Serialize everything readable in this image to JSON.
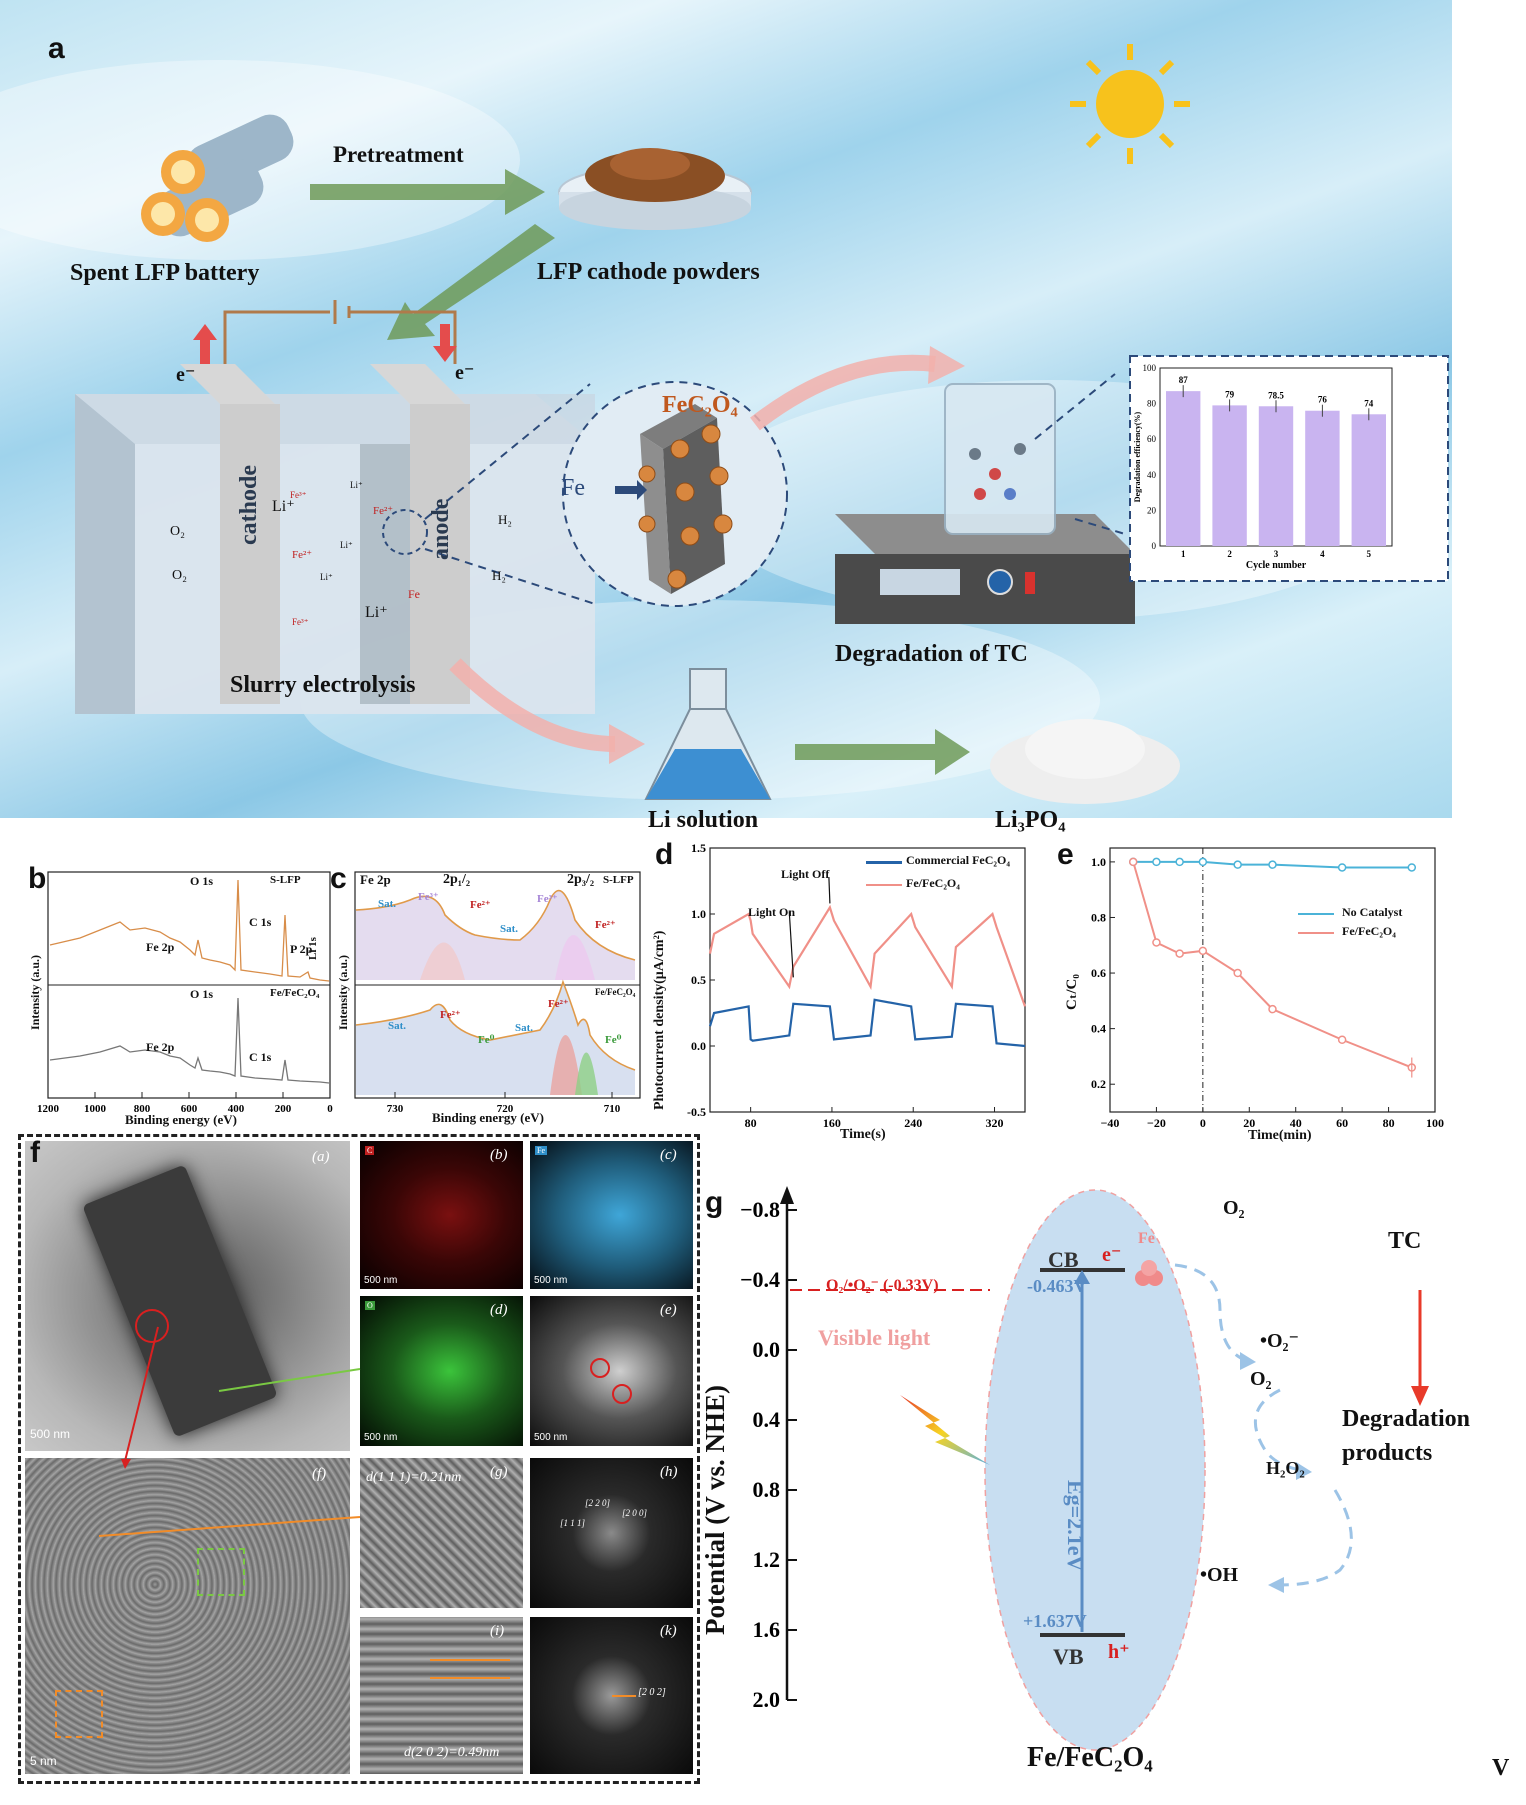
{
  "panel_labels": {
    "a": "a",
    "b": "b",
    "c": "c",
    "d": "d",
    "e": "e",
    "f": "f",
    "g": "g"
  },
  "panel_a": {
    "pretreatment": "Pretreatment",
    "spent_battery": "Spent LFP battery",
    "cathode_powders": "LFP cathode powders",
    "electron_left": "e⁻",
    "electron_right": "e⁻",
    "cathode": "cathode",
    "anode": "anode",
    "slurry": "Slurry electrolysis",
    "fec2o4": "FeC₂O₄",
    "fe_arrow": "Fe",
    "degradation": "Degradation of TC",
    "li_solution": "Li solution",
    "li3po4": "Li₃PO₄",
    "ions": {
      "o2a": "O₂",
      "o2b": "O₂",
      "li1": "Li⁺",
      "li2": "Li⁺",
      "fe2a": "Fe²⁺",
      "fe2b": "Fe²⁺",
      "fe3": "Fe³⁺",
      "fe": "Fe",
      "h2a": "H₂",
      "h2b": "H₂",
      "li3": "Li⁺",
      "li4": "Li⁺",
      "li5": "Li⁺",
      "fe3b": "Fe³⁺"
    },
    "inset": {
      "ylabel": "Degradation efficiency(%)",
      "xlabel": "Cycle number",
      "yticks": [
        "0",
        "20",
        "40",
        "60",
        "80",
        "100"
      ]
    }
  },
  "panel_b": {
    "top_label": "S-LFP",
    "bottom_label": "Fe/FeC₂O₄",
    "ylabel": "Intensity (a.u.)",
    "xlabel": "Binding energy (eV)",
    "xticks": [
      "1200",
      "1000",
      "800",
      "600",
      "400",
      "200",
      "0"
    ],
    "peaks_top": [
      "O 1s",
      "Fe 2p",
      "C 1s",
      "P 2p",
      "Li 1s"
    ],
    "peaks_bottom": [
      "O 1s",
      "Fe 2p",
      "C 1s"
    ]
  },
  "panel_c": {
    "title": "Fe 2p",
    "p12": "2p₁/₂",
    "p32": "2p₃/₂",
    "top_label": "S-LFP",
    "bottom_label": "Fe/FeC₂O₄",
    "ylabel": "Intensity (a.u.)",
    "xlabel": "Binding energy (eV)",
    "xticks": [
      "730",
      "720",
      "710"
    ],
    "top_peaks": [
      "Sat.",
      "Fe³⁺",
      "Fe²⁺",
      "Sat.",
      "Fe³⁺",
      "Fe²⁺"
    ],
    "bottom_peaks": [
      "Sat.",
      "Fe²⁺",
      "Fe⁰",
      "Sat.",
      "Fe²⁺",
      "Fe⁰"
    ]
  },
  "panel_d": {
    "ylabel": "Photocurrent density(μA/cm²)",
    "xlabel": "Time(s)",
    "light_off": "Light Off",
    "light_on": "Light On",
    "legend": [
      "Commercial FeC₂O₄",
      "Fe/FeC₂O₄"
    ],
    "xticks": [
      "80",
      "160",
      "240",
      "320"
    ],
    "yticks": [
      "-0.5",
      "0.0",
      "0.5",
      "1.0",
      "1.5"
    ]
  },
  "panel_e": {
    "ylabel": "Cₜ/C₀",
    "xlabel": "Time(min)",
    "legend": [
      "No Catalyst",
      "Fe/FeC₂O₄"
    ],
    "xticks": [
      "−40",
      "−20",
      "0",
      "20",
      "40",
      "60",
      "80",
      "100"
    ],
    "yticks": [
      "0.2",
      "0.4",
      "0.6",
      "0.8",
      "1.0"
    ]
  },
  "panel_f": {
    "labels": {
      "a": "(a)",
      "b": "(b)",
      "c": "(c)",
      "d": "(d)",
      "e": "(e)",
      "f": "(f)",
      "g": "(g)",
      "h": "(h)",
      "i": "(i)",
      "k": "(k)"
    },
    "scale_500": "500 nm",
    "scale_5": "5 nm",
    "scale_small": "500 nm",
    "d111": "d(1 1 1)=0.21nm",
    "d202": "d(2 0 2)=0.49nm",
    "fft_h": [
      "[2 2 0]",
      "[1 1 1]",
      "[2 0 0]"
    ],
    "fft_k": "[2 0 2]",
    "elem": {
      "b": "C",
      "c": "Fe",
      "d": "O"
    }
  },
  "panel_g": {
    "ylabel": "Potential (V vs. NHE)",
    "yticks": [
      "−0.8",
      "−0.4",
      "0.0",
      "0.4",
      "0.8",
      "1.2",
      "1.6",
      "2.0"
    ],
    "o2_level": "O₂/•O₂⁻ (-0.33V)",
    "cb": "CB",
    "cb_e": "e⁻",
    "cb_val": "-0.463V",
    "vb": "VB",
    "vb_h": "h⁺",
    "vb_val": "+1.637V",
    "eg": "Eg=2.1eV",
    "visible": "Visible light",
    "fe": "Fe",
    "o2a": "O₂",
    "o2b": "O₂",
    "o2rad": "•O₂⁻",
    "h2o2": "H₂O₂",
    "oh": "•OH",
    "tc": "TC",
    "deg1": "Degradation",
    "deg2": "products",
    "material": "Fe/FeC₂O₄"
  },
  "corner_char": "V",
  "chart_data": [
    {
      "type": "bar",
      "ref": "panel_a_inset",
      "categories": [
        "1",
        "2",
        "3",
        "4",
        "5"
      ],
      "values": [
        87,
        79,
        78.5,
        76,
        74
      ],
      "value_labels": [
        "87",
        "79",
        "78.5",
        "76",
        "74"
      ],
      "xlabel": "Cycle number",
      "ylabel": "Degradation efficiency(%)",
      "ylim": [
        0,
        100
      ],
      "color": "#c9b4f0"
    },
    {
      "type": "line",
      "ref": "panel_d",
      "xlabel": "Time(s)",
      "ylabel": "Photocurrent density(μA/cm²)",
      "xlim": [
        40,
        350
      ],
      "ylim": [
        -0.5,
        1.5
      ],
      "series": [
        {
          "name": "Commercial FeC₂O₄",
          "color": "#2463a8",
          "x": [
            40,
            44,
            78,
            80,
            82,
            118,
            122,
            158,
            162,
            198,
            202,
            238,
            242,
            278,
            282,
            318,
            322,
            350
          ],
          "y": [
            0.15,
            0.25,
            0.3,
            0.05,
            0.04,
            0.08,
            0.32,
            0.3,
            0.05,
            0.08,
            0.35,
            0.3,
            0.05,
            0.07,
            0.32,
            0.3,
            0.02,
            0.0
          ]
        },
        {
          "name": "Fe/FeC₂O₄",
          "color": "#f09088",
          "x": [
            40,
            44,
            78,
            80,
            82,
            118,
            122,
            158,
            162,
            198,
            202,
            238,
            242,
            278,
            282,
            318,
            322,
            350
          ],
          "y": [
            0.7,
            0.85,
            1.0,
            0.95,
            0.85,
            0.45,
            0.6,
            1.05,
            0.95,
            0.45,
            0.7,
            1.0,
            0.9,
            0.45,
            0.75,
            1.0,
            0.9,
            0.3
          ]
        }
      ]
    },
    {
      "type": "line",
      "ref": "panel_e",
      "xlabel": "Time(min)",
      "ylabel": "Cₜ/C₀",
      "xlim": [
        -40,
        100
      ],
      "ylim": [
        0.1,
        1.05
      ],
      "series": [
        {
          "name": "No Catalyst",
          "color": "#4bb3d8",
          "x": [
            -30,
            -20,
            -10,
            0,
            15,
            30,
            60,
            90
          ],
          "y": [
            1.0,
            1.0,
            1.0,
            1.0,
            0.99,
            0.99,
            0.98,
            0.98
          ]
        },
        {
          "name": "Fe/FeC₂O₄",
          "color": "#f09088",
          "x": [
            -30,
            -20,
            -10,
            0,
            15,
            30,
            60,
            90
          ],
          "y": [
            1.0,
            0.71,
            0.67,
            0.68,
            0.6,
            0.47,
            0.36,
            0.26
          ]
        }
      ]
    }
  ]
}
